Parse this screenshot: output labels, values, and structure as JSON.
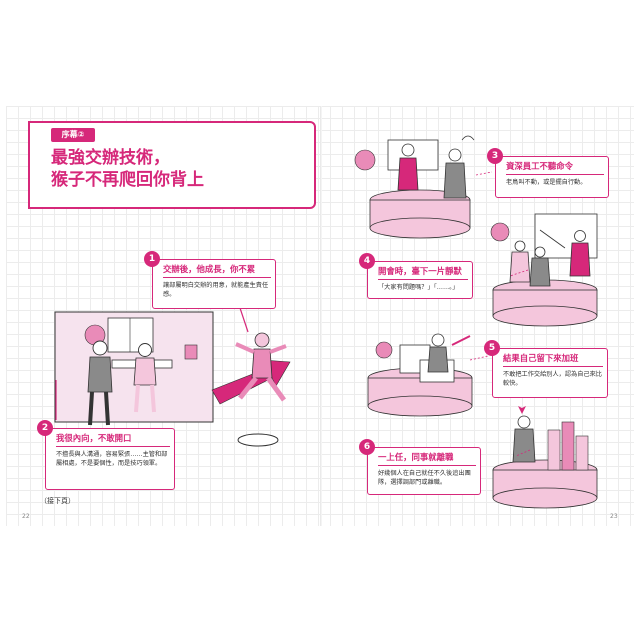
{
  "left_page": {
    "tag": "序幕②",
    "title": "最強交辦技術，\n猴子不再爬回你背上",
    "callouts": [
      {
        "num": "1",
        "heading": "交辦後，他成長，你不累",
        "body": "讓部屬明白交辦的用意，就能產生責任感。"
      },
      {
        "num": "2",
        "heading": "我很內向，不敢開口",
        "body": "不擅長與人溝通，容易緊張……主管和部屬相處，不是要個性，而是技巧領軍。"
      }
    ],
    "note": "（接下頁）",
    "page_number": "22"
  },
  "right_page": {
    "callouts": [
      {
        "num": "3",
        "heading": "資深員工不聽命令",
        "body": "老鳥叫不動，或是擺自行動。"
      },
      {
        "num": "4",
        "heading": "開會時，臺下一片靜默",
        "body": "「大家有問題嗎？」「……。」"
      },
      {
        "num": "5",
        "heading": "結果自己留下來加班",
        "body": "不敢把工作交給別人，認為自己來比較快。"
      },
      {
        "num": "6",
        "heading": "一上任，同事就離職",
        "body": "好幾個人在自己就任不久後追出團隊，選擇調部門或離職。"
      }
    ],
    "page_number": "23"
  },
  "colors": {
    "accent": "#d6287a",
    "pink_light": "#f4c6dc",
    "pink_mid": "#e98bb8",
    "gray": "#8a8a8a"
  }
}
